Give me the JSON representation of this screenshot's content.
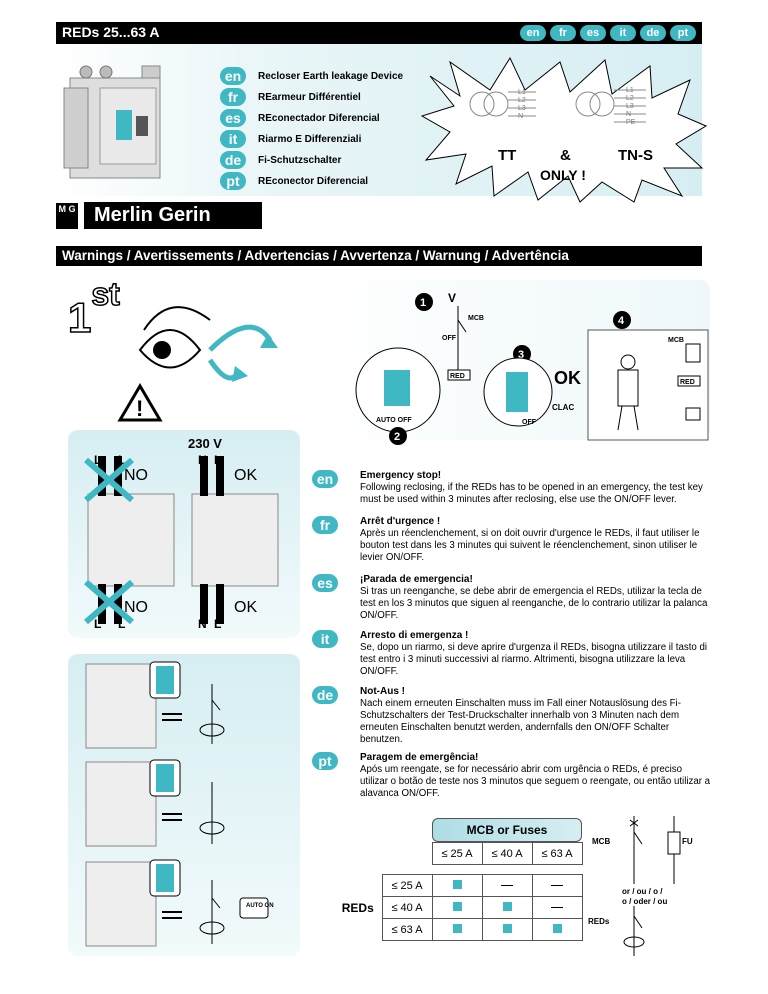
{
  "header": {
    "title": "REDs 25...63 A",
    "langs": [
      "en",
      "fr",
      "es",
      "it",
      "de",
      "pt"
    ]
  },
  "products": [
    {
      "code": "en",
      "name": "Recloser Earth leakage Device"
    },
    {
      "code": "fr",
      "name": "REarmeur Différentiel"
    },
    {
      "code": "es",
      "name": "REconectador Diferencial"
    },
    {
      "code": "it",
      "name": "Riarmo E Differenziali"
    },
    {
      "code": "de",
      "name": "Fi-Schutzschalter"
    },
    {
      "code": "pt",
      "name": "REconector Diferencial"
    }
  ],
  "star": {
    "left": "TT",
    "and": "&",
    "right": "TN-S",
    "only": "ONLY !",
    "lines1": [
      "L1",
      "L2",
      "L3",
      "N"
    ],
    "lines2": [
      "L1",
      "L2",
      "L3",
      "N",
      "PE"
    ]
  },
  "brand": {
    "name": "Merlin Gerin",
    "logo": "M G"
  },
  "warnings_title": "Warnings / Avertissements / Advertencias / Avvertenza / Warnung / Advertência",
  "first": {
    "num": "1",
    "sup": "st"
  },
  "procedure": {
    "steps": [
      "1",
      "2",
      "3",
      "4"
    ],
    "voltage": "V",
    "mcb": "MCB",
    "off": "OFF",
    "red": "RED",
    "auto_off": "AUTO OFF",
    "ok": "OK",
    "clac": "CLAC"
  },
  "wiring": {
    "voltage": "230 V",
    "no": "NO",
    "ok": "OK",
    "L": "L",
    "N": "N"
  },
  "auto_on": "AUTO ON",
  "messages": [
    {
      "code": "en",
      "title": "Emergency stop!",
      "body": "Following reclosing, if the REDs has to be opened in an emergency, the test key must be used within 3 minutes after reclosing, else use the ON/OFF lever."
    },
    {
      "code": "fr",
      "title": "Arrêt d'urgence !",
      "body": "Après un réenclenchement, si on doit ouvrir d'urgence le REDs, il faut utiliser le bouton test dans les 3 minutes qui suivent le réenclenchement, sinon utiliser le levier ON/OFF."
    },
    {
      "code": "es",
      "title": "¡Parada de emergencia!",
      "body": "Si tras un reenganche, se debe abrir de emergencia el REDs, utilizar la tecla de test en los 3 minutos que siguen al reenganche, de lo contrario utilizar la palanca ON/OFF."
    },
    {
      "code": "it",
      "title": "Arresto di emergenza !",
      "body": "Se, dopo un riarmo, si deve aprire d'urgenza il REDs, bisogna utilizzare il tasto di test entro i 3 minuti successivi al riarmo. Altrimenti, bisogna utilizzare la leva ON/OFF."
    },
    {
      "code": "de",
      "title": "Not-Aus !",
      "body": "Nach einem erneuten Einschalten muss im Fall einer Notauslösung des Fi-Schutzschalters der Test-Druckschalter innerhalb von 3 Minuten nach dem erneuten Einschalten benutzt werden, andernfalls den ON/OFF Schalter benutzen."
    },
    {
      "code": "pt",
      "title": "Paragem de emergência!",
      "body": "Após um reengate, se for necessário abrir com urgência o REDs, é preciso utilizar o botão de teste nos 3 minutos que seguem o reengate, ou então utilizar a alavanca ON/OFF."
    }
  ],
  "table": {
    "title": "MCB or Fuses",
    "cols": [
      "≤ 25 A",
      "≤ 40 A",
      "≤ 63 A"
    ],
    "row_label": "REDs",
    "rows": [
      {
        "label": "≤ 25 A",
        "cells": [
          "ok",
          "no",
          "no"
        ]
      },
      {
        "label": "≤ 40 A",
        "cells": [
          "ok",
          "ok",
          "no"
        ]
      },
      {
        "label": "≤ 63 A",
        "cells": [
          "ok",
          "ok",
          "ok"
        ]
      }
    ]
  },
  "schematic": {
    "mcb": "MCB",
    "fu": "FU",
    "or": "or / ou / o /",
    "or2": "o / oder / ou",
    "reds": "REDs"
  }
}
